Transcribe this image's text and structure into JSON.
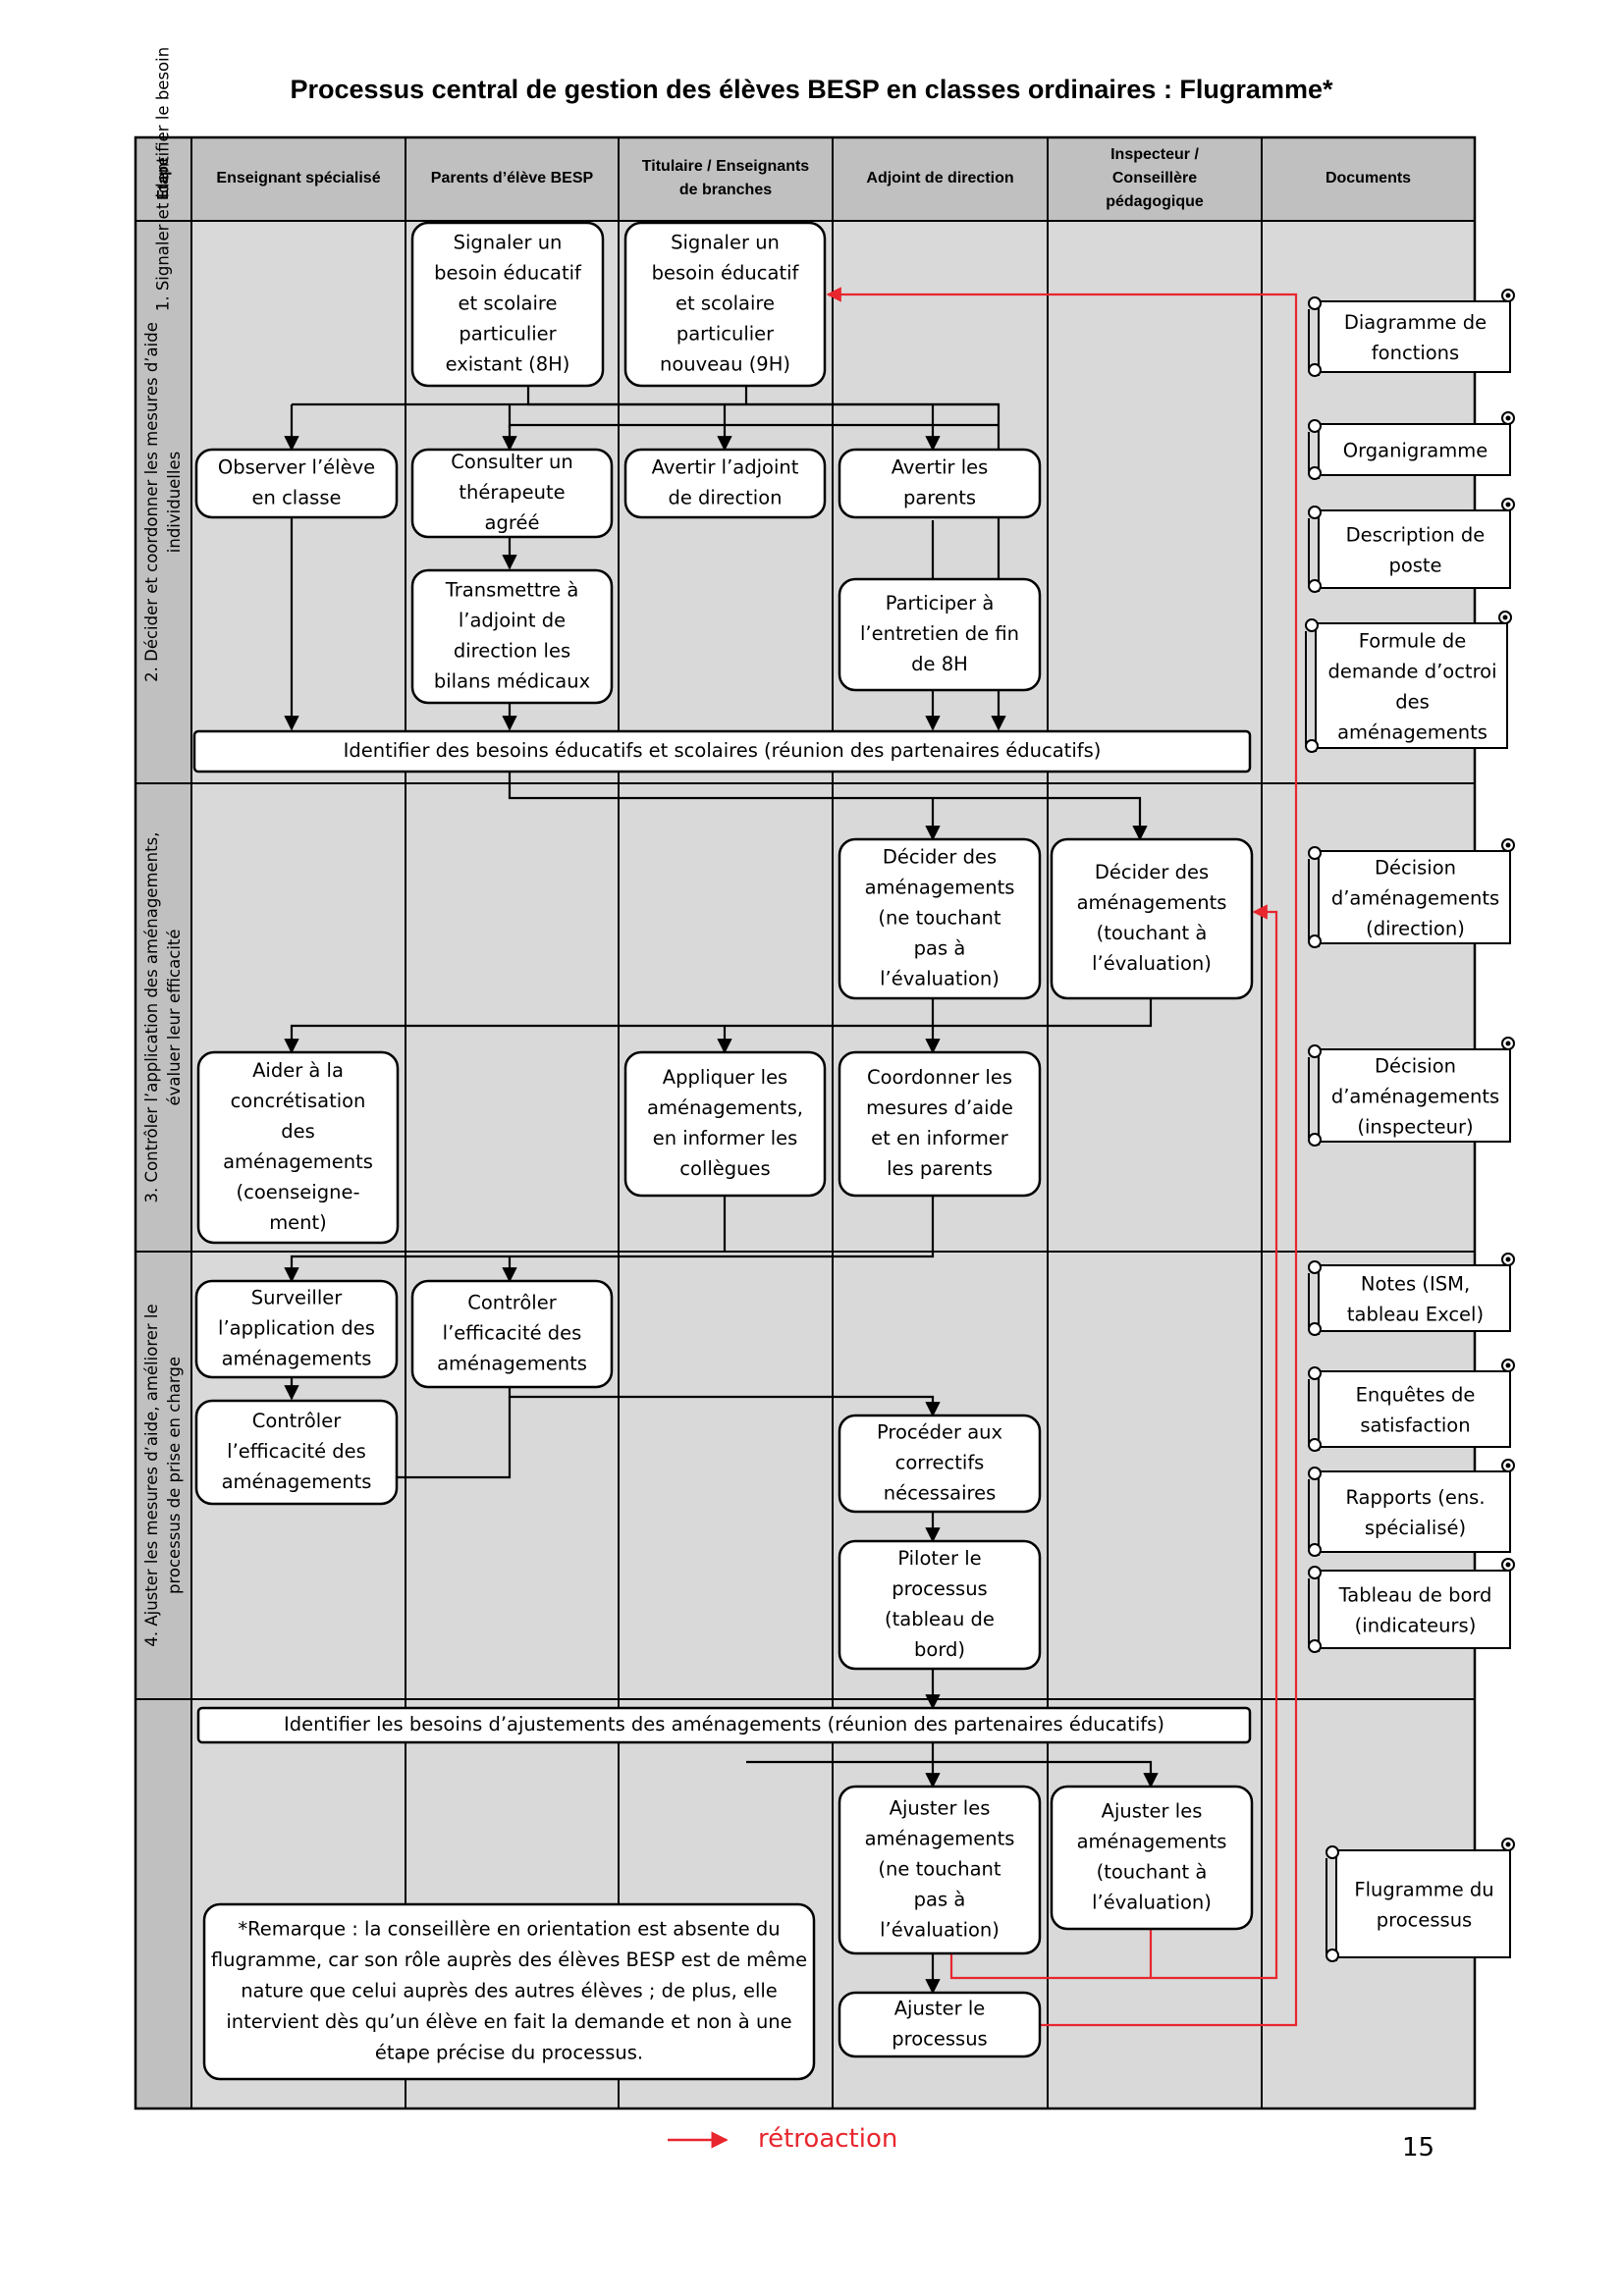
{
  "title": "Processus central de gestion des élèves BESP en classes ordinaires : Flugramme*",
  "header": {
    "etape": "Etape",
    "lanes": [
      [
        "Enseignant spécialisé"
      ],
      [
        "Parents d’élève BESP"
      ],
      [
        "Titulaire / Enseignants",
        "de branches"
      ],
      [
        "Adjoint de direction"
      ],
      [
        "Inspecteur /",
        "Conseillère",
        "pédagogique"
      ],
      [
        "Documents"
      ]
    ]
  },
  "stages": [
    [
      "1. Signaler et identifier le besoin"
    ],
    [
      "2. Décider et coordonner les mesures d’aide",
      "individuelles"
    ],
    [
      "3. Contrôler l’application des aménagements,",
      "évaluer leur efficacité"
    ],
    [
      "4. Ajuster les mesures d’aide, améliorer le",
      "processus de prise en charge"
    ]
  ],
  "boxes": {
    "signaler_8h": [
      "Signaler un",
      "besoin éducatif",
      "et scolaire",
      "particulier",
      "existant (8H)"
    ],
    "signaler_9h": [
      "Signaler un",
      "besoin éducatif",
      "et scolaire",
      "particulier",
      "nouveau (9H)"
    ],
    "observer": [
      "Observer l’élève",
      "en classe"
    ],
    "consulter": [
      "Consulter un",
      "thérapeute",
      "agréé"
    ],
    "avertir_adjoint": [
      "Avertir l’adjoint",
      "de direction"
    ],
    "avertir_parents": [
      "Avertir les",
      "parents"
    ],
    "transmettre": [
      "Transmettre à",
      "l’adjoint de",
      "direction les",
      "bilans médicaux"
    ],
    "participer": [
      "Participer à",
      "l’entretien de fin",
      "de 8H"
    ],
    "identifier_besoins": [
      "Identifier des besoins éducatifs et scolaires (réunion des partenaires éducatifs)"
    ],
    "decider_direction": [
      "Décider des",
      "aménagements",
      "(ne touchant",
      "pas à",
      "l’évaluation)"
    ],
    "decider_inspecteur": [
      "Décider des",
      "aménagements",
      "(touchant à",
      "l’évaluation)"
    ],
    "aider": [
      "Aider à la",
      "concrétisation",
      "des",
      "aménagements",
      "(coenseigne-",
      "ment)"
    ],
    "appliquer": [
      "Appliquer les",
      "aménagements,",
      "en informer les",
      "collègues"
    ],
    "coordonner": [
      "Coordonner les",
      "mesures d’aide",
      "et en informer",
      "les parents"
    ],
    "surveiller": [
      "Surveiller",
      "l’application des",
      "aménagements"
    ],
    "controler_parents": [
      "Contrôler",
      "l’efficacité des",
      "aménagements"
    ],
    "controler_ens": [
      "Contrôler",
      "l’efficacité des",
      "aménagements"
    ],
    "proceder": [
      "Procéder aux",
      "correctifs",
      "nécessaires"
    ],
    "piloter": [
      "Piloter le",
      "processus",
      "(tableau de",
      "bord)"
    ],
    "identifier_ajustements": [
      "Identifier les besoins d’ajustements des aménagements (réunion des partenaires éducatifs)"
    ],
    "ajuster_direction": [
      "Ajuster les",
      "aménagements",
      "(ne touchant",
      "pas à",
      "l’évaluation)"
    ],
    "ajuster_inspecteur": [
      "Ajuster les",
      "aménagements",
      "(touchant à",
      "l’évaluation)"
    ],
    "ajuster_processus": [
      "Ajuster le",
      "processus"
    ],
    "remarque": [
      "*Remarque : la conseillère en orientation est absente du",
      "flugramme, car son rôle auprès des élèves BESP est de même",
      "nature que celui auprès des autres élèves ; de plus, elle",
      "intervient dès qu’un élève en fait la demande et non à une",
      "étape précise du processus."
    ]
  },
  "documents": [
    [
      "Diagramme de",
      "fonctions"
    ],
    [
      "Organigramme"
    ],
    [
      "Description de",
      "poste"
    ],
    [
      "Formule de",
      "demande d’octroi",
      "des",
      "aménagements"
    ],
    [
      "Décision",
      "d’aménagements",
      "(direction)"
    ],
    [
      "Décision",
      "d’aménagements",
      "(inspecteur)"
    ],
    [
      "Notes (ISM,",
      "tableau Excel)"
    ],
    [
      "Enquêtes de",
      "satisfaction"
    ],
    [
      "Rapports (ens.",
      "spécialisé)"
    ],
    [
      "Tableau de bord",
      "(indicateurs)"
    ],
    [
      "Flugramme du",
      "processus"
    ]
  ],
  "legend": {
    "label": "rétroaction",
    "color": "#e8262e"
  },
  "colors": {
    "lane_bg": "#d9d9d9",
    "header_bg": "#c0c0c0",
    "feedback": "#e8262e"
  },
  "page_number": "15"
}
